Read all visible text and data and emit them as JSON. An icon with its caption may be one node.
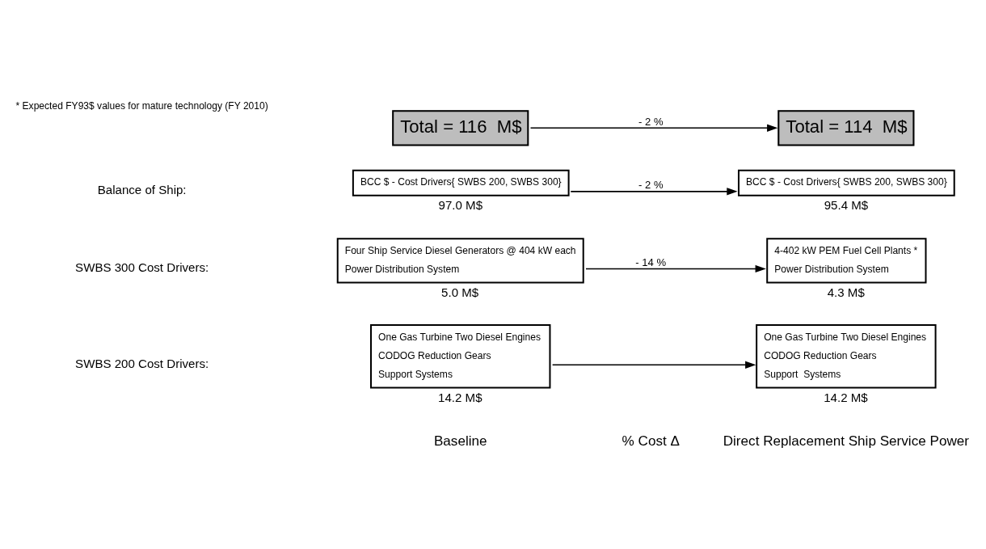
{
  "diagram": {
    "nodes": [
      {
        "text": [
          "One Gas Turbine Two Diesel Engines",
          "CODOG Reduction Gears",
          "Support Systems"
        ],
        "beside": [
          "14.2 M$"
        ]
      },
      {
        "text": [
          "One Gas Turbine Two Diesel Engines",
          "CODOG Reduction Gears",
          "Support  Systems"
        ],
        "beside": [
          "14.2 M$"
        ]
      },
      {
        "text": [
          "Four Ship Service Diesel Generators @ 404 kW each",
          "Power Distribution System"
        ],
        "beside": [
          "5.0 M$"
        ]
      },
      {
        "text": [
          "4-402 kW PEM Fuel Cell Plants *",
          "Power Distribution System"
        ],
        "beside": [
          "4.3 M$"
        ]
      },
      {
        "text": [
          "BCC $ - Cost Drivers{ SWBS 200, SWBS 300}"
        ],
        "beside": [
          "97.0 M$"
        ]
      },
      {
        "text": [
          "BCC $ - Cost Drivers{ SWBS 200, SWBS 300}"
        ],
        "beside": [
          "95.4 M$"
        ]
      },
      {
        "text": [
          "Total = 116  M$"
        ]
      },
      {
        "text": [
          "Total = 114  M$"
        ]
      }
    ],
    "edges": [
      {
        "from": 0,
        "to": 1,
        "arrow": "to"
      },
      {
        "from": 2,
        "to": 3,
        "arrow": "to",
        "label": "- 14 %"
      },
      {
        "from": 4,
        "to": 5,
        "arrow": "to",
        "label": "- 2 %"
      },
      {
        "from": 6,
        "to": 7,
        "arrow": "to",
        "label": "- 2 %"
      }
    ],
    "labels": [
      "Baseline",
      "% Cost Δ",
      "Direct Replacement Ship Service Power",
      "SWBS 200 Cost Drivers:",
      "SWBS 300 Cost Drivers:",
      "Balance of Ship:",
      "* Expected FY93$ values for mature technology (FY 2010)"
    ]
  }
}
